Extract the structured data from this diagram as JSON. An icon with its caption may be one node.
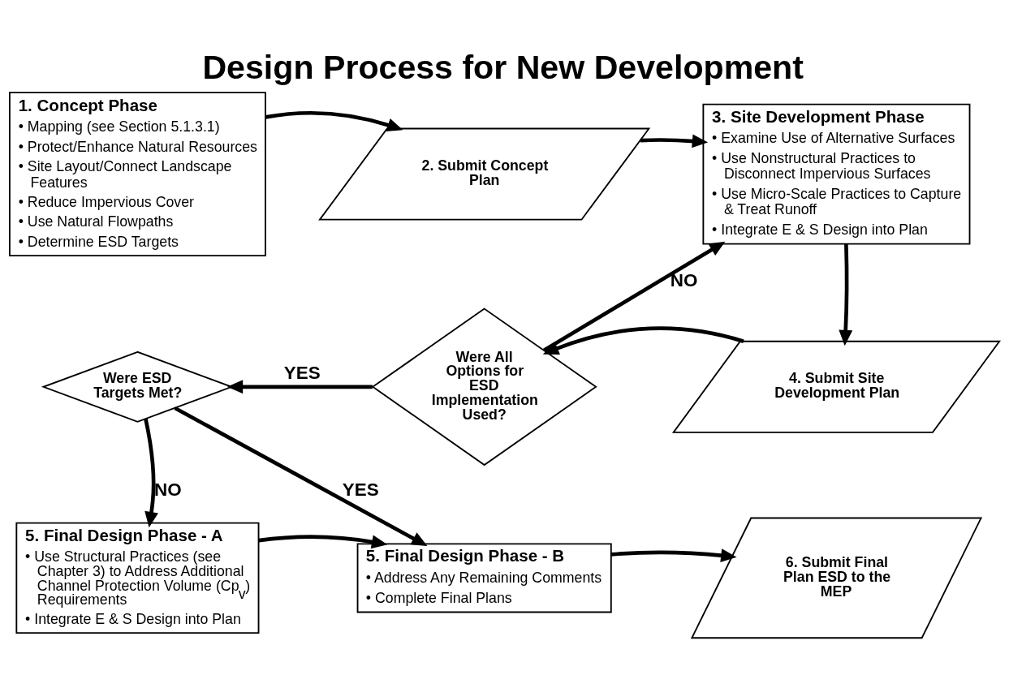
{
  "diagram": {
    "title": "Design Process for New Development",
    "nodes": [
      {
        "text": [
          "1. Concept Phase",
          "• Mapping (see Section 5.1.3.1)",
          "• Protect/Enhance Natural Resources",
          "• Site Layout/Connect Landscape Features",
          "• Reduce Impervious Cover",
          "• Use Natural Flowpaths",
          "• Determine ESD Targets"
        ]
      },
      {
        "text": [
          "2. Submit Concept Plan"
        ]
      },
      {
        "text": [
          "3. Site Development Phase",
          "• Examine Use of Alternative Surfaces",
          "• Use Nonstructural Practices to Disconnect Impervious Surfaces",
          "• Use Micro-Scale Practices to Capture & Treat Runoff",
          "• Integrate E & S Design into Plan"
        ]
      },
      {
        "text": [
          "4. Submit Site Development Plan"
        ]
      },
      {
        "text": [
          "Were All Options for ESD Implementation Used?"
        ]
      },
      {
        "text": [
          "Were ESD Targets Met?"
        ]
      },
      {
        "text": [
          "5. Final Design Phase - A",
          "• Use Structural Practices (see Chapter 3) to Address Additional Channel Protection Volume (Cp$_{v}$) Requirements",
          "• Integrate E & S Design into Plan"
        ]
      },
      {
        "text": [
          "5. Final Design Phase - B",
          "• Address Any Remaining Comments",
          "• Complete Final Plans"
        ]
      },
      {
        "text": [
          "6. Submit Final Plan ESD to the MEP"
        ]
      }
    ],
    "edges": [
      {
        "from": 0,
        "to": 1,
        "arrow": "to"
      },
      {
        "from": 1,
        "to": 2,
        "arrow": "to"
      },
      {
        "from": 2,
        "to": 3,
        "arrow": "to"
      },
      {
        "from": 3,
        "to": 4,
        "arrow": "to"
      },
      {
        "from": 4,
        "to": 2,
        "arrow": "to",
        "label": "NO"
      },
      {
        "from": 4,
        "to": 5,
        "arrow": "to",
        "label": "YES"
      },
      {
        "from": 5,
        "to": 6,
        "arrow": "to",
        "label": "NO"
      },
      {
        "from": 5,
        "to": 7,
        "arrow": "to",
        "label": "YES"
      },
      {
        "from": 6,
        "to": 7,
        "arrow": "to"
      },
      {
        "from": 7,
        "to": 8,
        "arrow": "to"
      }
    ]
  }
}
